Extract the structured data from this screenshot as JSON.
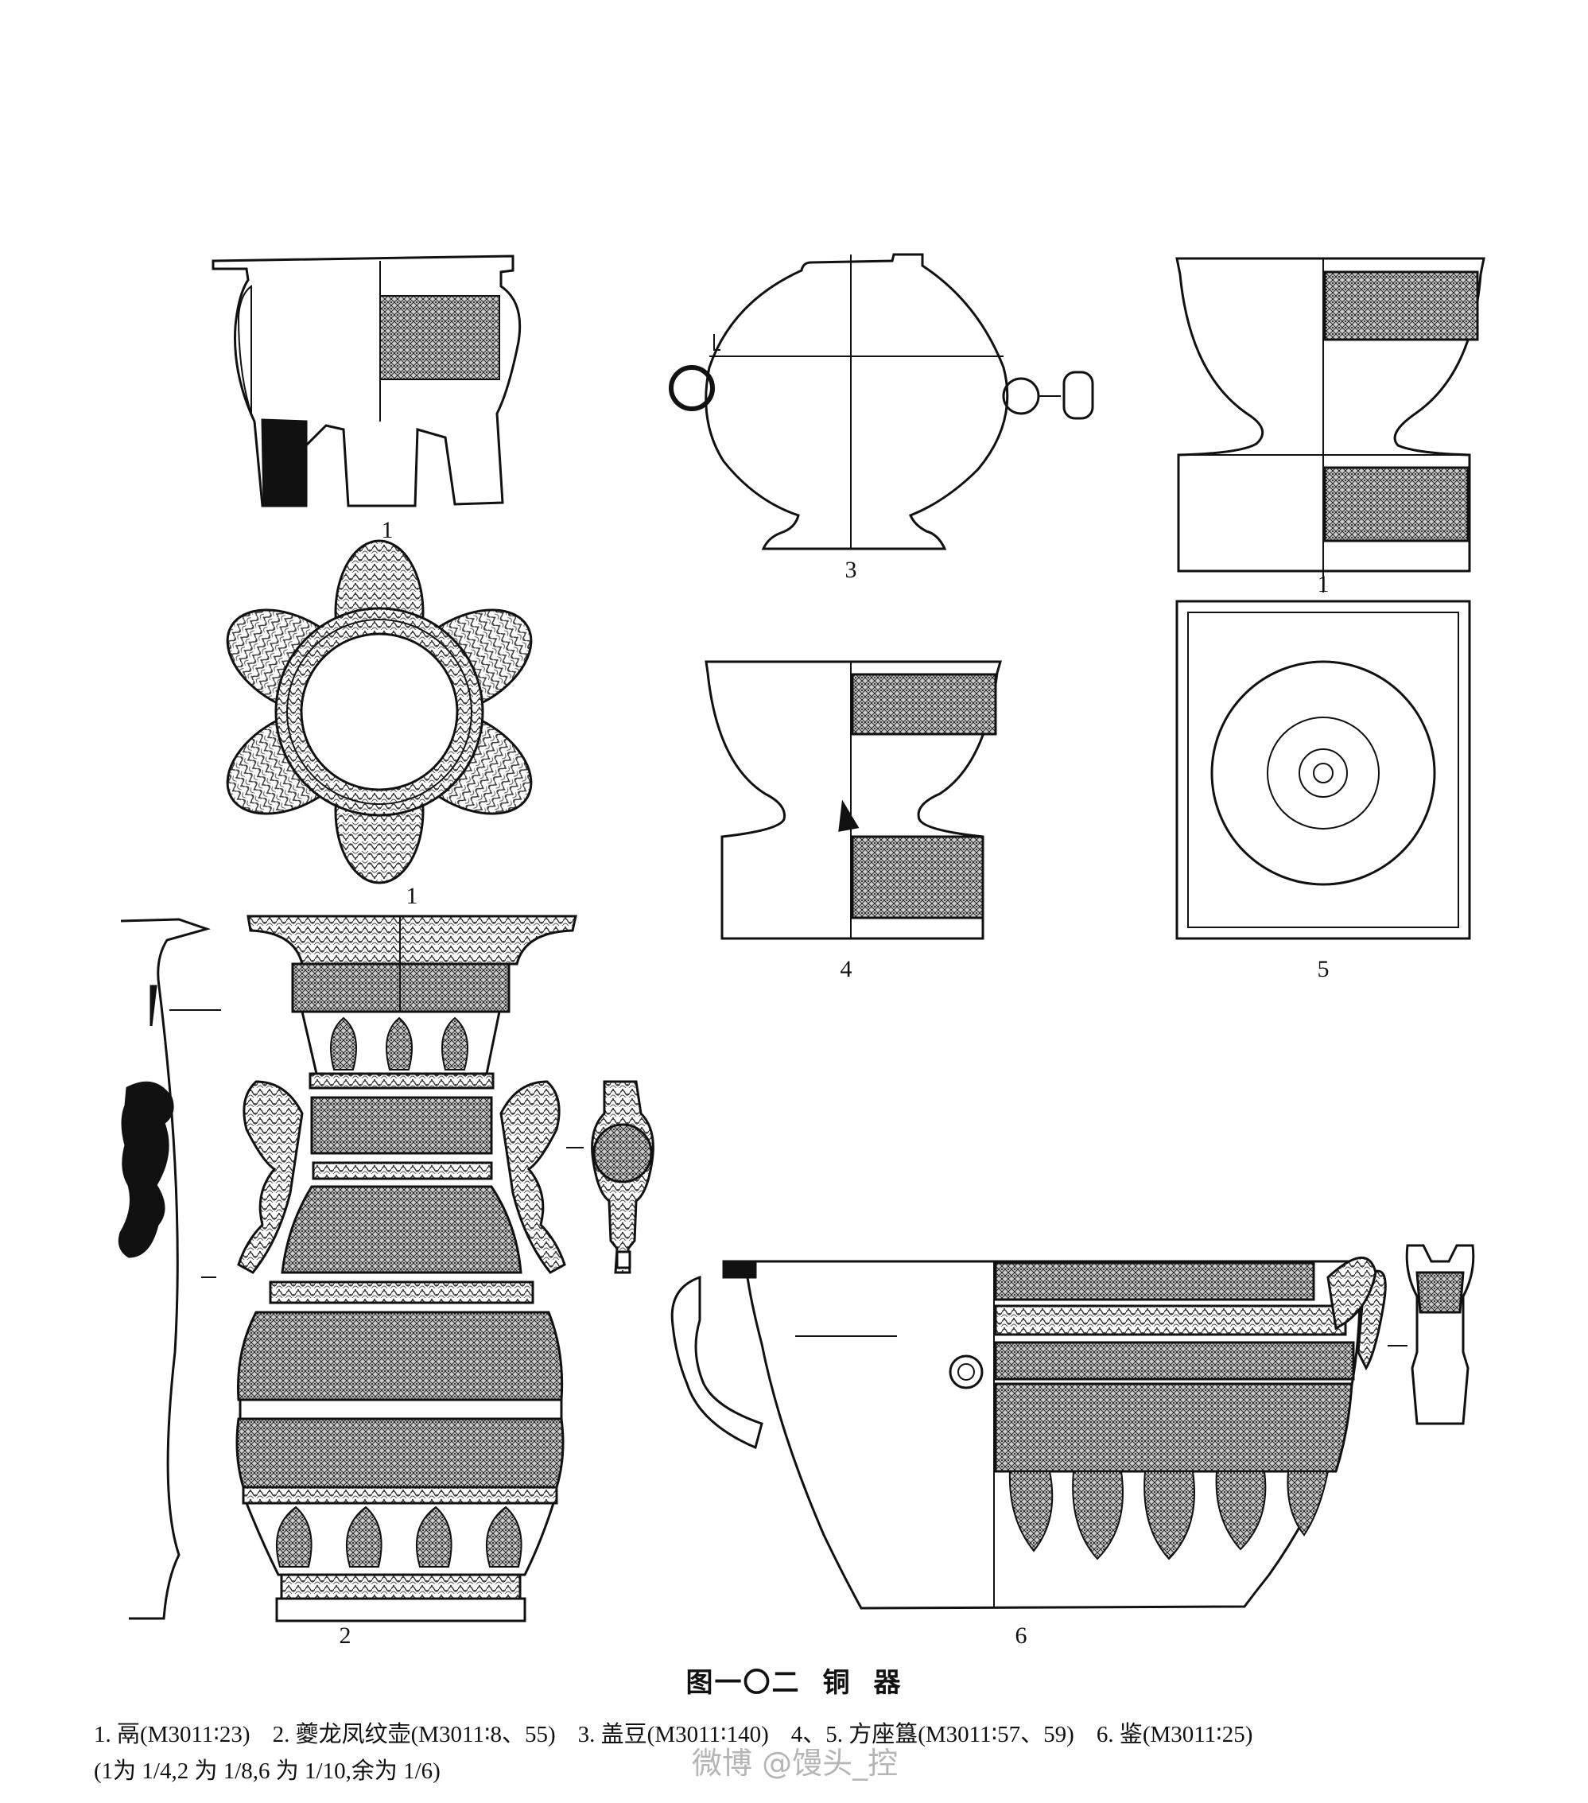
{
  "figure": {
    "title_parts": [
      "图一〇二",
      "铜",
      "器"
    ],
    "caption_items": [
      "1. 鬲(M3011∶23)",
      "2. 夔龙凤纹壶(M3011∶8、55)",
      "3. 盖豆(M3011∶140)",
      "4、5. 方座簋(M3011∶57、59)",
      "6. 鉴(M3011∶25)"
    ],
    "scale_note": "(1为 1/4,2 为 1/8,6 为 1/10,余为 1/6)"
  },
  "labels": {
    "fig1": "1",
    "fig1_plan": "1",
    "fig2": "2",
    "fig3": "3",
    "fig4": "4",
    "fig5": "5",
    "fig5_upper": "1",
    "fig6": "6"
  },
  "watermark": "微博 @馒头_控",
  "colors": {
    "ink": "#111111",
    "hatch": "#555555",
    "paper": "#ffffff"
  }
}
